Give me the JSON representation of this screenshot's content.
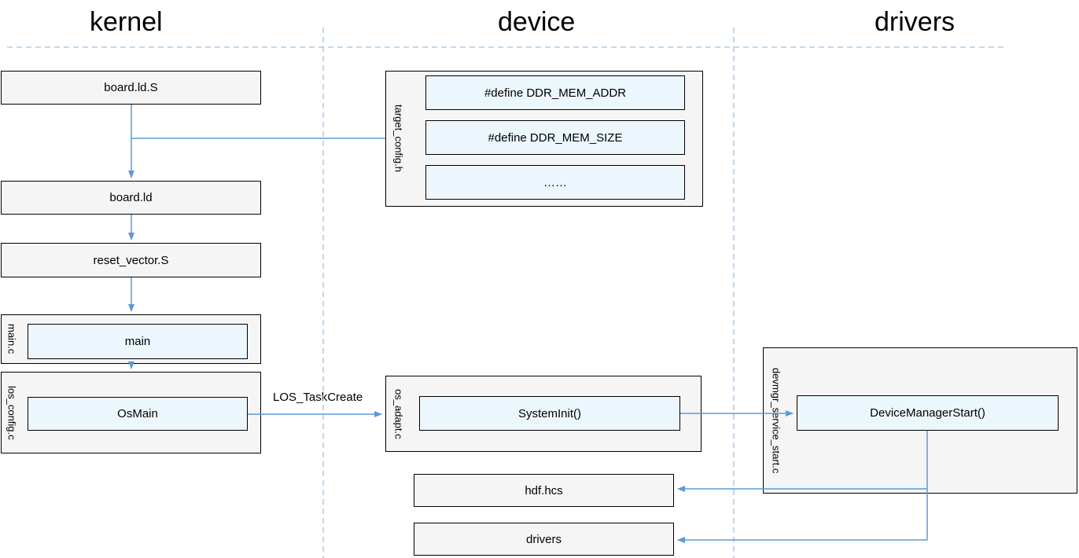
{
  "headers": {
    "kernel": "kernel",
    "device": "device",
    "drivers": "drivers"
  },
  "kernel": {
    "board_ld_s": "board.ld.S",
    "board_ld": "board.ld",
    "reset_vector": "reset_vector.S",
    "main_file": "main.c",
    "main_fn": "main",
    "los_config_file": "los_config.c",
    "os_main_fn": "OsMain"
  },
  "device": {
    "target_config_file": "target_config.h",
    "defines": [
      "#define DDR_MEM_ADDR",
      "#define DDR_MEM_SIZE",
      "……"
    ],
    "os_adapt_file": "os_adapt.c",
    "system_init_fn": "SystemInit()",
    "hdf_hcs": "hdf.hcs",
    "drivers_box": "drivers"
  },
  "drivers": {
    "devmgr_file": "devmgr_service_start.c",
    "device_manager_start_fn": "DeviceManagerStart()"
  },
  "edges": {
    "los_task_create": "LOS_TaskCreate"
  },
  "colors": {
    "accent": "#5b9bd5",
    "dashed": "#9dc3e6",
    "box-fill": "#f5f5f5",
    "inner-fill": "#ecf6fd",
    "border": "#000000"
  }
}
